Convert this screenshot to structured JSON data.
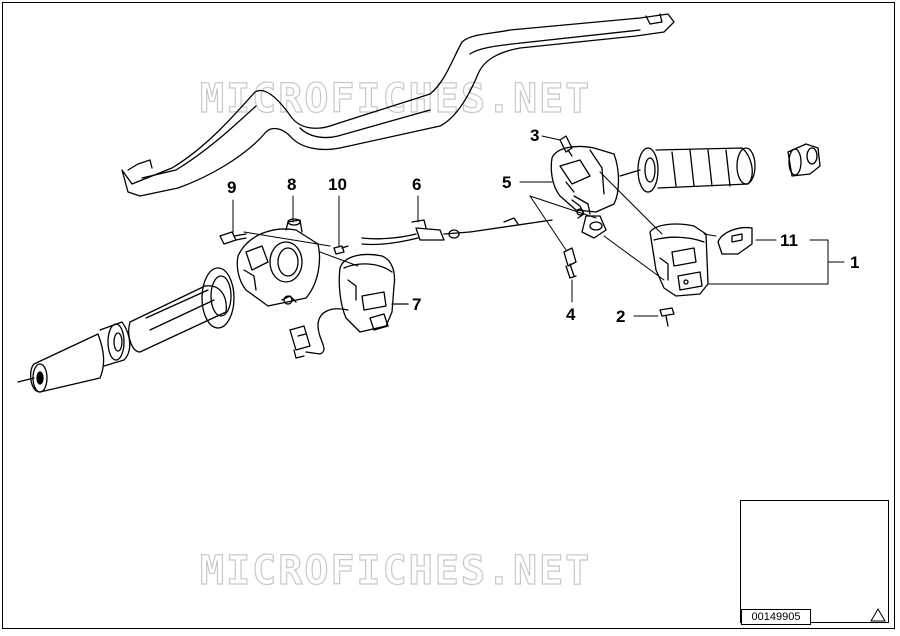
{
  "watermark": {
    "text_top": "MICROFICHES.NET",
    "text_bottom": "MICROFICHES.NET",
    "color": "#c9c9c9"
  },
  "callouts": [
    {
      "id": "c1",
      "label": "1"
    },
    {
      "id": "c2",
      "label": "2"
    },
    {
      "id": "c3",
      "label": "3"
    },
    {
      "id": "c4",
      "label": "4"
    },
    {
      "id": "c5",
      "label": "5"
    },
    {
      "id": "c6",
      "label": "6"
    },
    {
      "id": "c7",
      "label": "7"
    },
    {
      "id": "c8",
      "label": "8"
    },
    {
      "id": "c9",
      "label": "9"
    },
    {
      "id": "c10",
      "label": "10"
    },
    {
      "id": "c11",
      "label": "11"
    }
  ],
  "thumbnail": {
    "diagram_id": "00149905",
    "warning_icon": "triangle-icon"
  },
  "colors": {
    "line": "#000000",
    "background": "#ffffff"
  }
}
